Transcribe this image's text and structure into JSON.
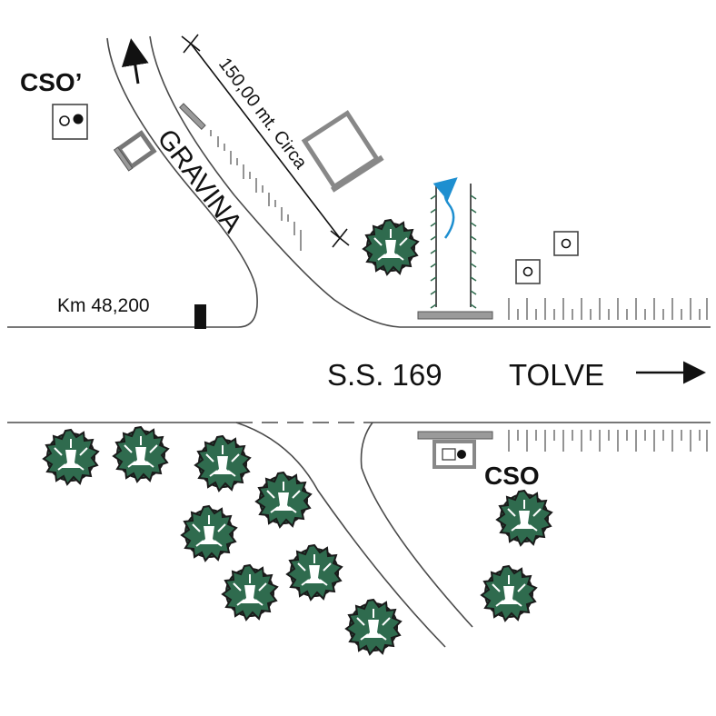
{
  "labels": {
    "cso_top": "CSO’",
    "cso_bottom": "CSO",
    "gravina": "GRAVINA",
    "distance": "150,00 mt. Circa",
    "km": "Km 48,200",
    "road_name": "S.S. 169",
    "tolve": "TOLVE"
  },
  "colors": {
    "road_line": "#4a4a4a",
    "tree_fill": "#2f6b4e",
    "tree_outline": "#1a1a1a",
    "arrow_blue": "#1e8fd0",
    "box_gray": "#9a9a9a",
    "hatch_gray": "#666666",
    "post_black": "#111111"
  },
  "icons": {
    "north_arrow": "arrow-up-icon",
    "east_arrow": "arrow-right-icon",
    "tree": "tree-icon",
    "sign": "sign-icon",
    "blue_arrow": "wavy-arrow-icon"
  }
}
